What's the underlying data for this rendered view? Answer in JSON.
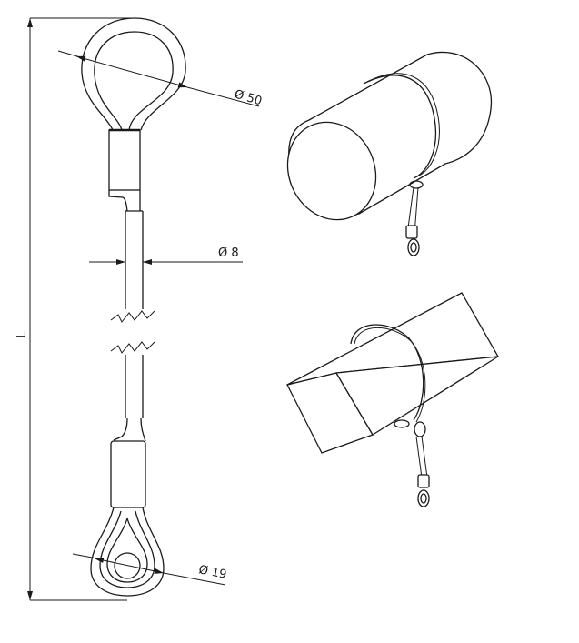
{
  "drawing": {
    "length_label": "L",
    "eye_diameter_label": "Ø 50",
    "cable_diameter_label": "Ø 8",
    "thimble_diameter_label": "Ø 19"
  }
}
